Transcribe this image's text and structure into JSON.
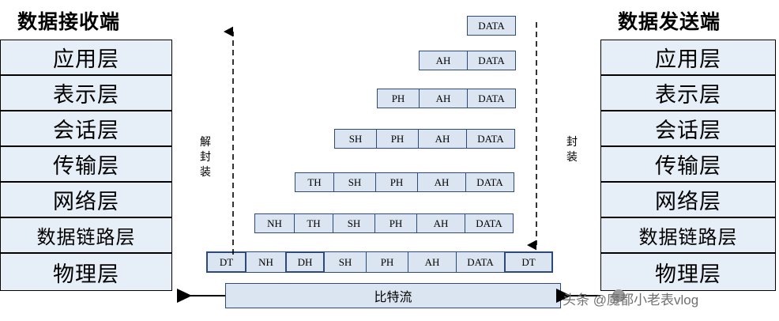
{
  "left_stack": {
    "title": "数据接收端",
    "layers": [
      "应用层",
      "表示层",
      "会话层",
      "传输层",
      "网络层",
      "数据链路层",
      "物理层"
    ]
  },
  "right_stack": {
    "title": "数据发送端",
    "layers": [
      "应用层",
      "表示层",
      "会话层",
      "传输层",
      "网络层",
      "数据链路层",
      "物理层"
    ]
  },
  "left_arrow_label": "解封装",
  "right_arrow_label": "封装",
  "pdu_rows": [
    {
      "cells": [
        "DATA"
      ]
    },
    {
      "cells": [
        "AH",
        "DATA"
      ]
    },
    {
      "cells": [
        "PH",
        "AH",
        "DATA"
      ]
    },
    {
      "cells": [
        "SH",
        "PH",
        "AH",
        "DATA"
      ]
    },
    {
      "cells": [
        "TH",
        "SH",
        "PH",
        "AH",
        "DATA"
      ]
    },
    {
      "cells": [
        "NH",
        "TH",
        "SH",
        "PH",
        "AH",
        "DATA"
      ]
    },
    {
      "cells": [
        "DT",
        "NH",
        "DH",
        "SH",
        "PH",
        "AH",
        "DATA",
        "DT"
      ]
    }
  ],
  "bitstream_label": "比特流",
  "watermark": "头条 @魔都小老表vlog"
}
